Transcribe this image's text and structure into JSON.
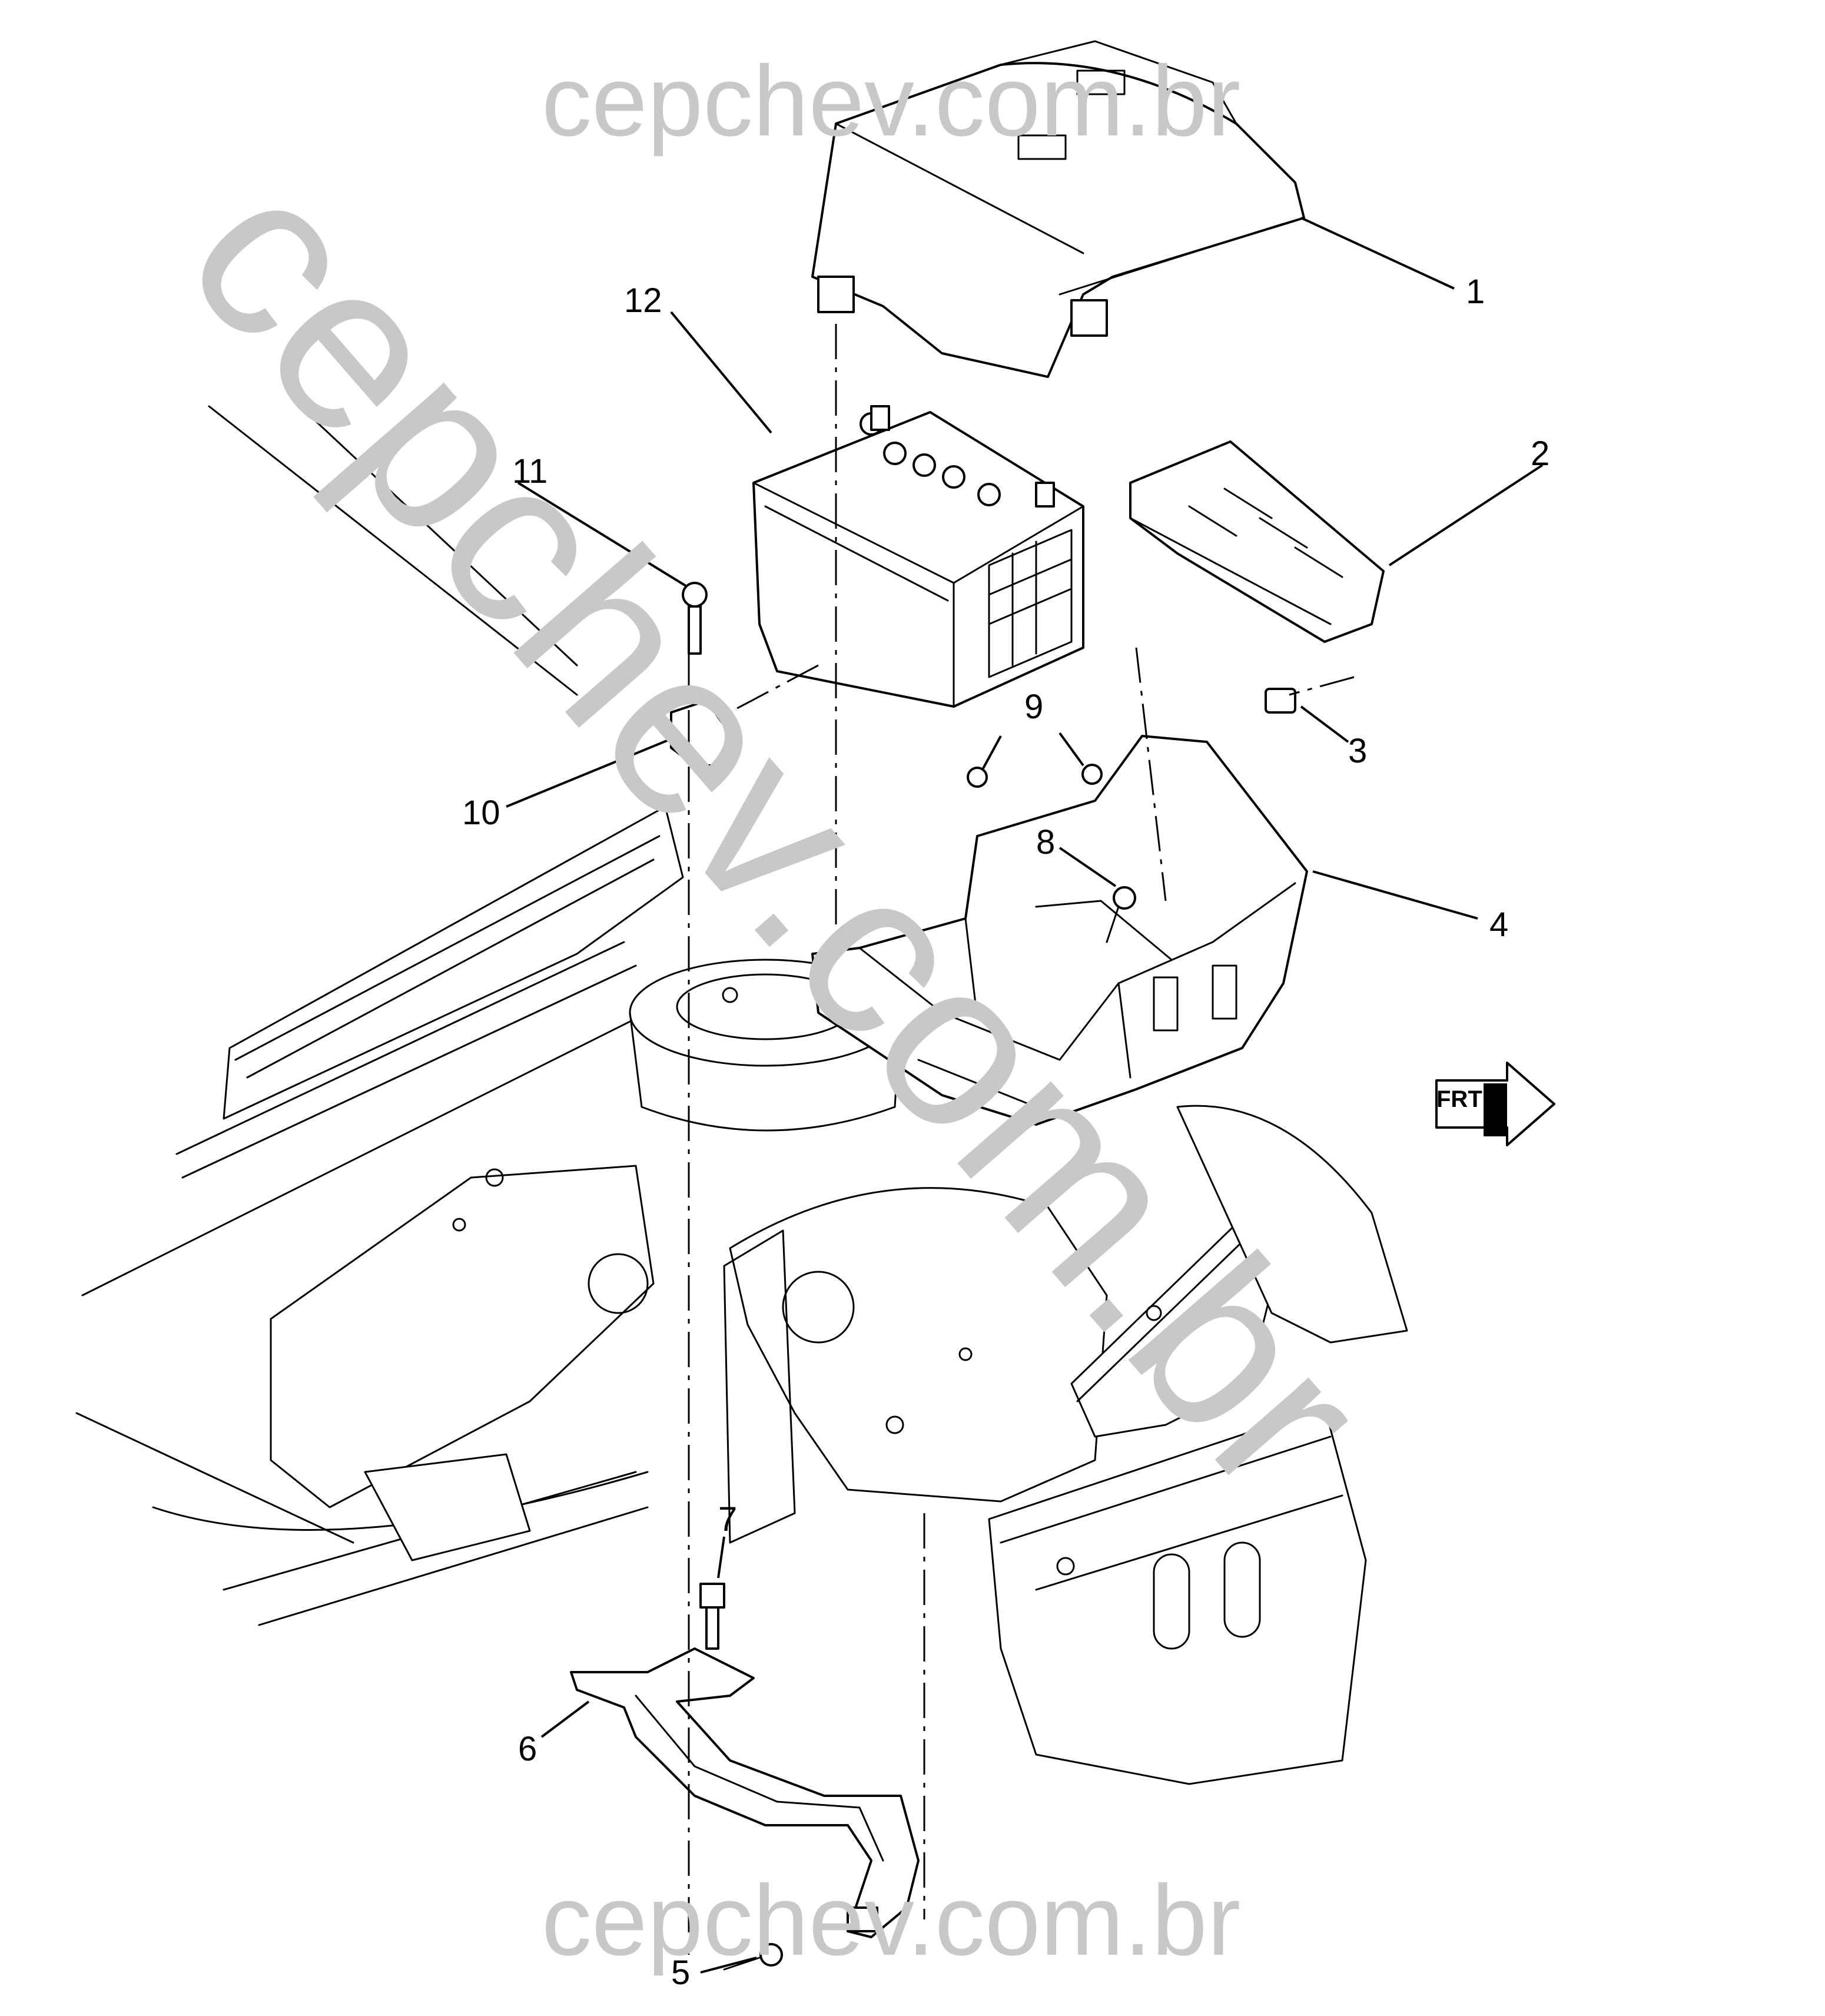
{
  "watermark": {
    "top": "cepchev.com.br",
    "diagonal": "cepchev.com.br",
    "bottom": "cepchev.com.br",
    "color": "#c8c8c8"
  },
  "callouts": [
    "1",
    "2",
    "3",
    "4",
    "5",
    "6",
    "7",
    "8",
    "9",
    "10",
    "11",
    "12"
  ],
  "front_indicator": {
    "label": "FRT"
  },
  "icons": [
    "front-arrow-icon"
  ]
}
